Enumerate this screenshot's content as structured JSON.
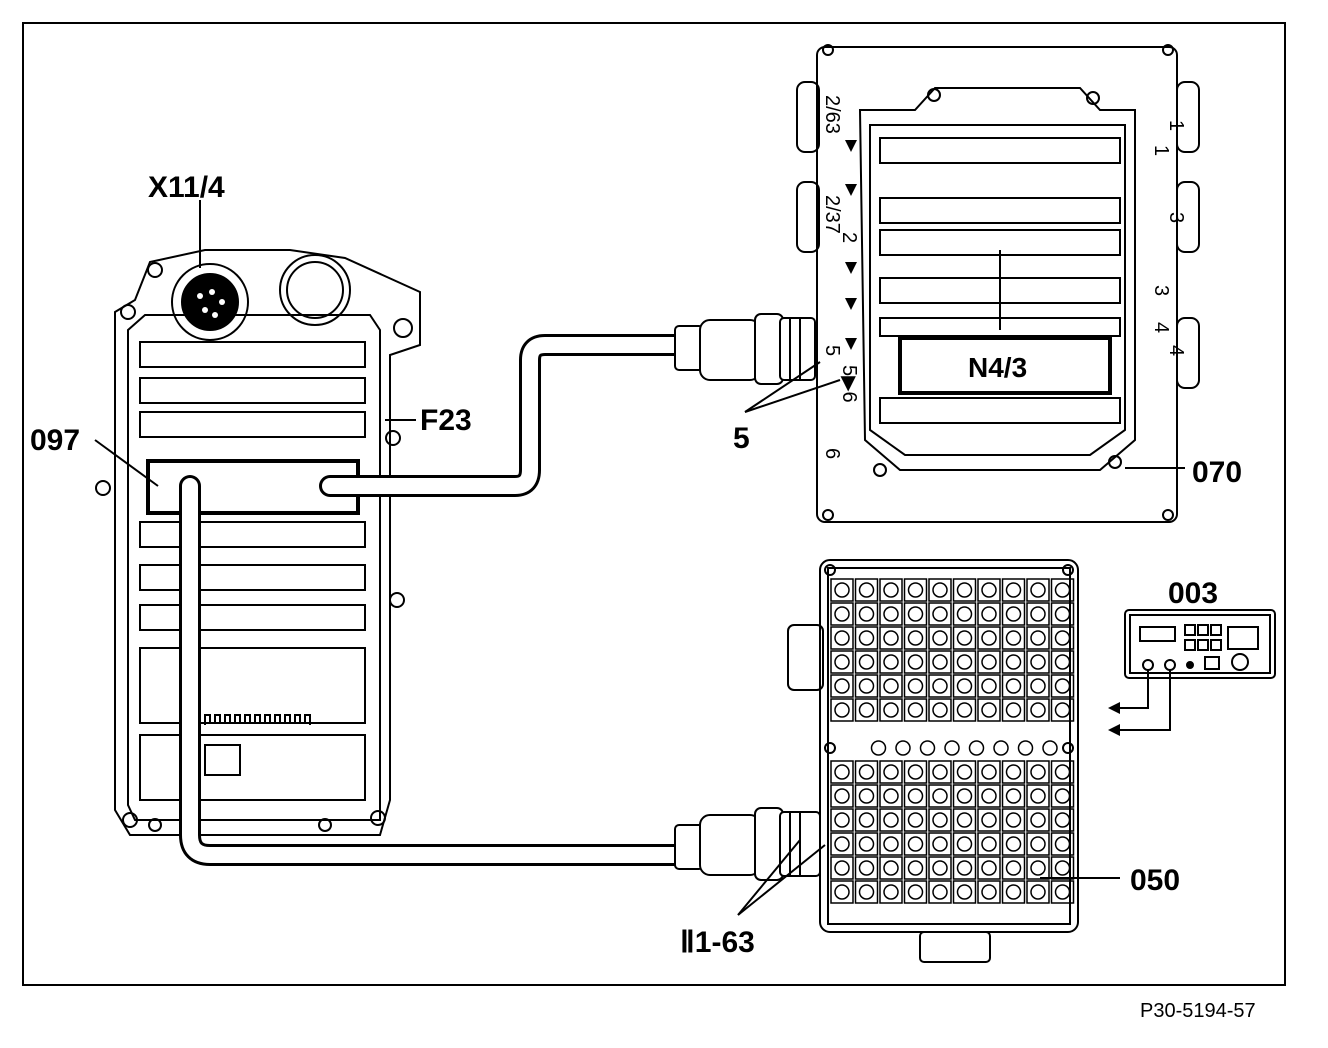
{
  "labels": {
    "connector_x11": "X11/4",
    "adapter_097": "097",
    "fuse_box_f23": "F23",
    "socket_box_070": "070",
    "control_module_n4": "N4/3",
    "connector_5": "5",
    "multimeter_003": "003",
    "test_box_050": "050",
    "connector_pins": "Ⅱ1-63"
  },
  "socket_labels": {
    "left": [
      "2/63",
      "2/37",
      "2",
      "5",
      "5▶6",
      "6"
    ],
    "right": [
      "1",
      "1",
      "3",
      "3",
      "4",
      "4"
    ]
  },
  "figure_code": "P30-5194-57",
  "colors": {
    "ink": "#000000",
    "paper": "#ffffff"
  }
}
